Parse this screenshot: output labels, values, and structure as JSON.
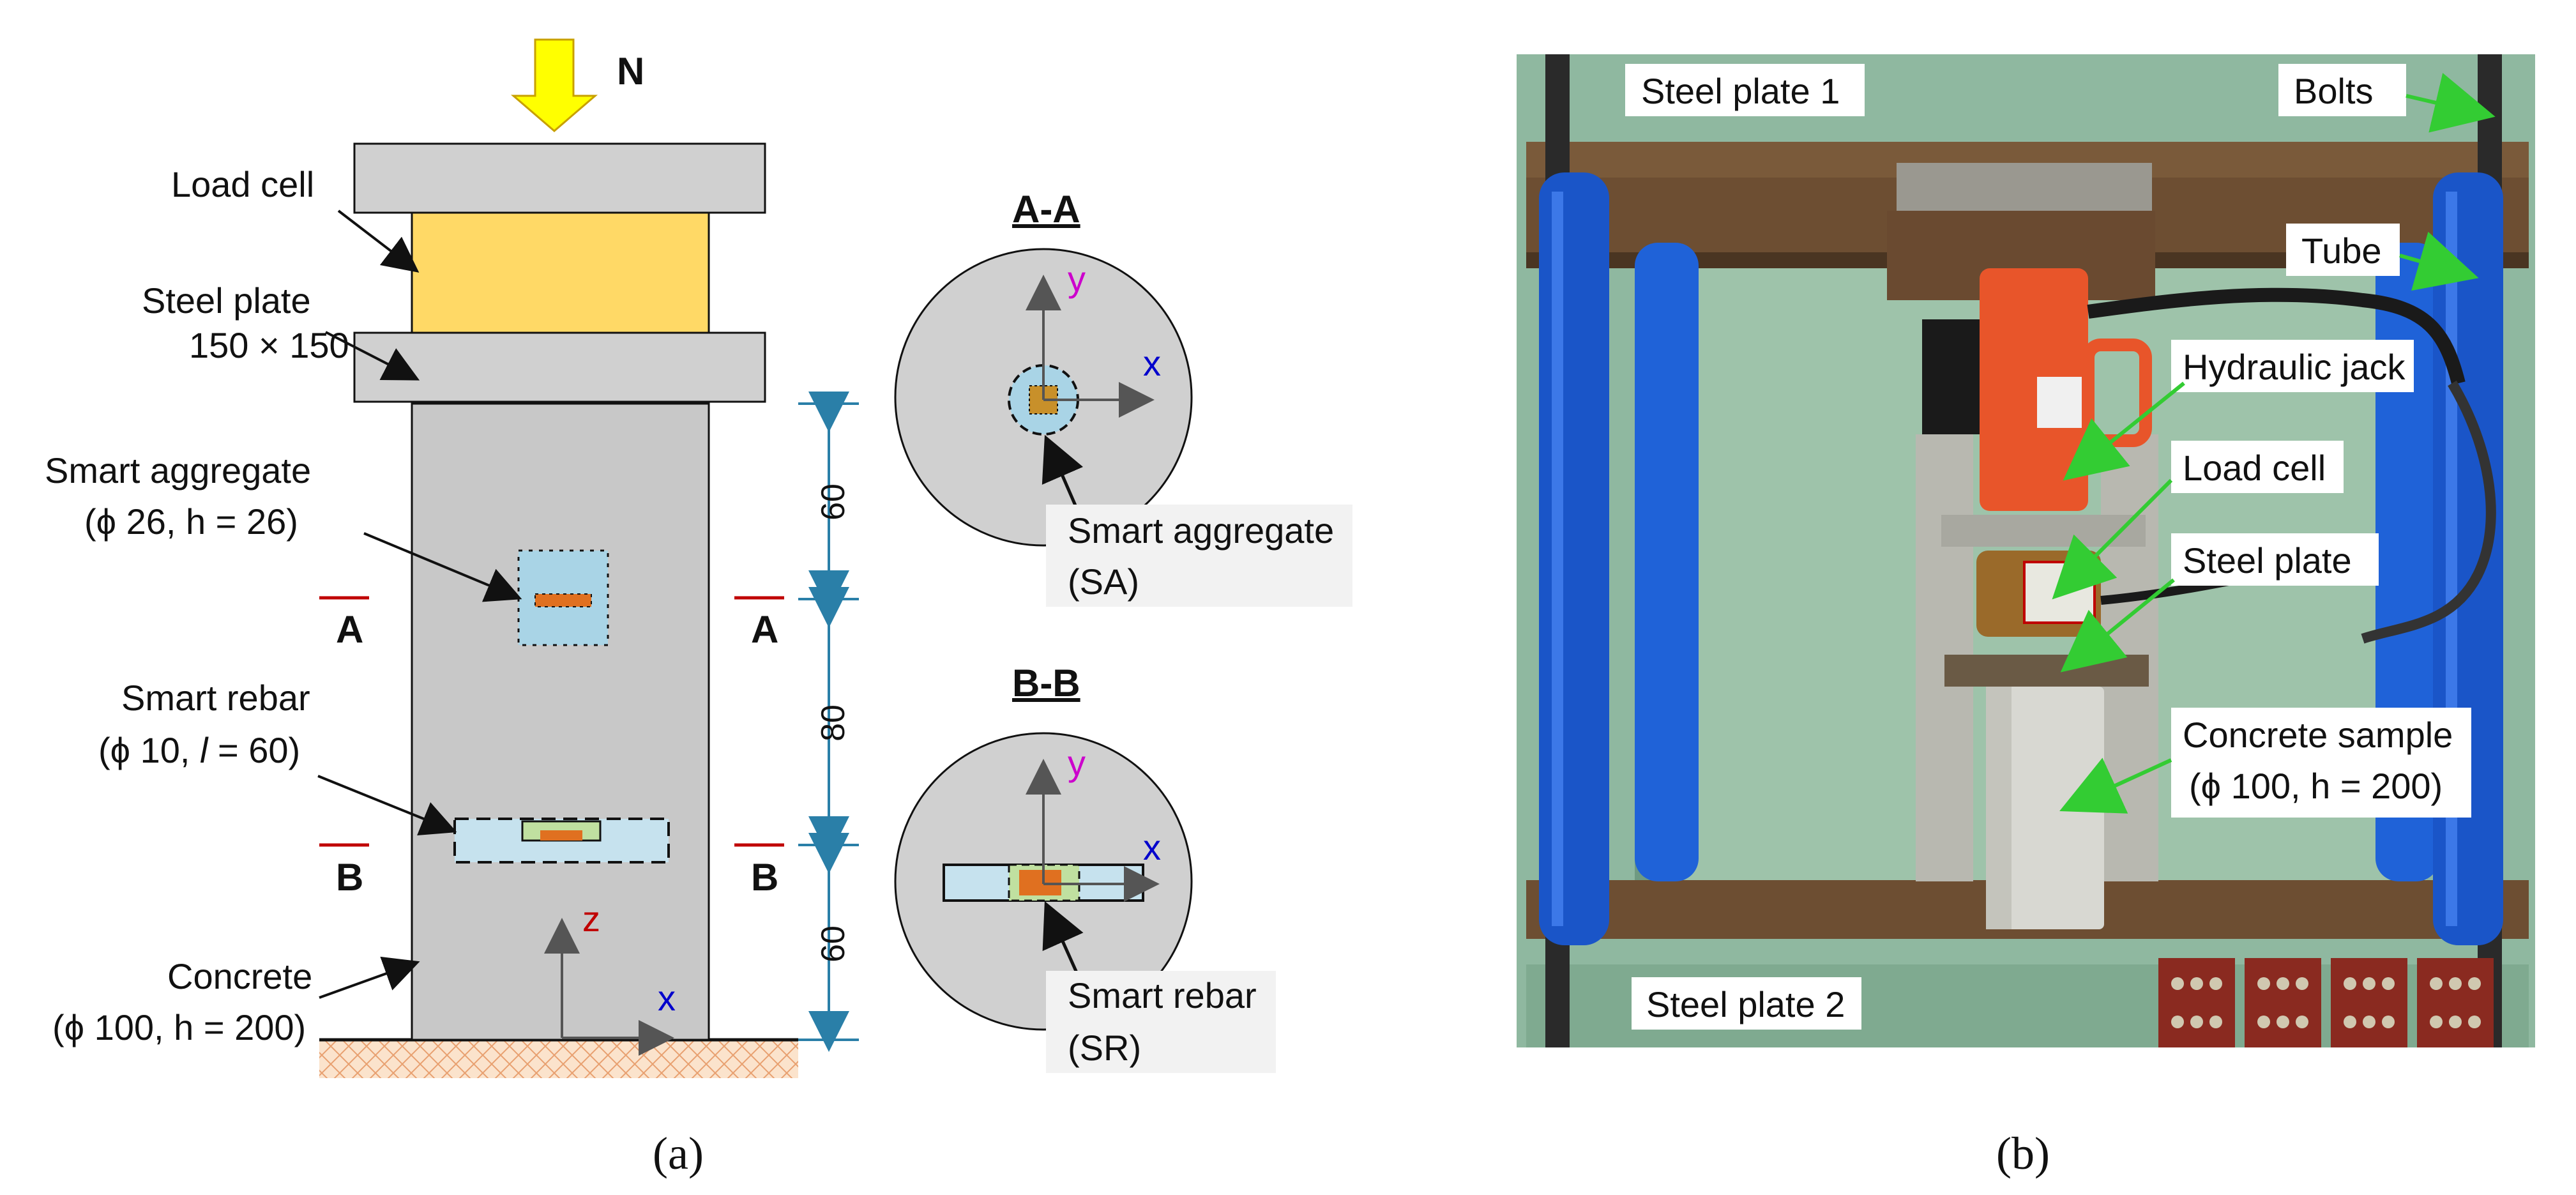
{
  "figure_a": {
    "caption": "(a)",
    "load_label": "N",
    "load_cell_label": "Load cell",
    "steel_plate_label": "Steel plate",
    "steel_plate_size": "150 × 150",
    "sa_label": "Smart aggregate",
    "sa_dims": "(ϕ 26,  h = 26)",
    "sr_label": "Smart rebar",
    "sr_dims_prefix": "(ϕ 10, ",
    "sr_dims_l": "l",
    "sr_dims_suffix": " = 60)",
    "concrete_label": "Concrete",
    "concrete_dims": "(ϕ 100, h = 200)",
    "section_a": "A",
    "section_b": "B",
    "axis_z": "z",
    "axis_x": "x",
    "axis_y": "y",
    "dim_top": "60",
    "dim_mid": "80",
    "dim_bot": "60",
    "section_aa_title": "A-A",
    "section_bb_title": "B-B",
    "sa_callout": "Smart aggregate",
    "sa_abbr": "(SA)",
    "sr_callout": "Smart rebar",
    "sr_abbr": "(SR)",
    "colors": {
      "load_arrow": "#ffff00",
      "load_cell": "#ffd966",
      "plate": "#d0d0d0",
      "concrete": "#c8c8c8",
      "sa_fill": "#a9d4e6",
      "sa_core": "#e07020",
      "axis_z": "#c00000",
      "axis_x": "#0000cc",
      "axis_y": "#cc00cc",
      "dim_line": "#2a7fa8"
    }
  },
  "figure_b": {
    "caption": "(b)",
    "labels": {
      "steel_plate_1": "Steel plate 1",
      "bolts": "Bolts",
      "tube": "Tube",
      "hydraulic_jack": "Hydraulic jack",
      "load_cell": "Load cell",
      "steel_plate": "Steel plate",
      "concrete_sample": "Concrete sample",
      "concrete_dims": "(ϕ 100, h = 200)",
      "steel_plate_2": "Steel plate 2"
    },
    "colors": {
      "frame": "#8fb8a0",
      "tube": "#1a55c8",
      "jack": "#e8552a",
      "plate": "#7a5a3a",
      "pointer": "#33cc33"
    }
  }
}
